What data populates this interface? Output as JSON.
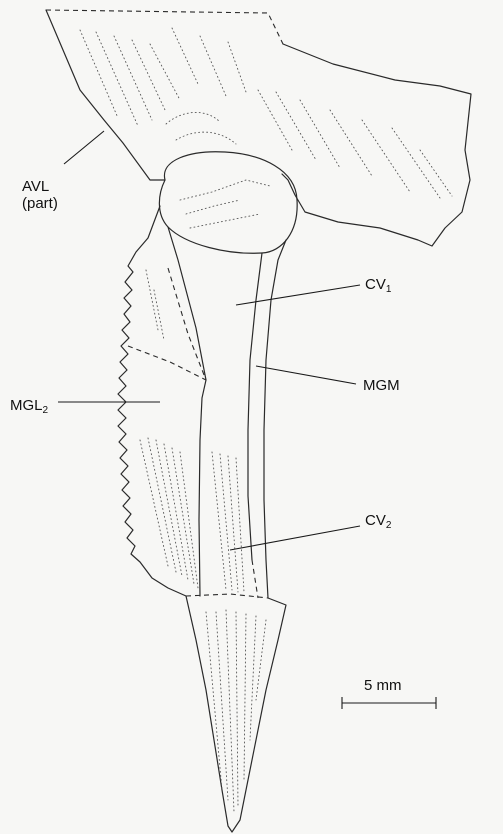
{
  "labels": {
    "avl_line1": "AVL",
    "avl_line2": "(part)",
    "cv1_main": "CV",
    "cv1_sub": "1",
    "mgm": "MGM",
    "mgl2_main": "MGL",
    "mgl2_sub": "2",
    "cv2_main": "CV",
    "cv2_sub": "2"
  },
  "scale_bar": {
    "label": "5 mm"
  }
}
